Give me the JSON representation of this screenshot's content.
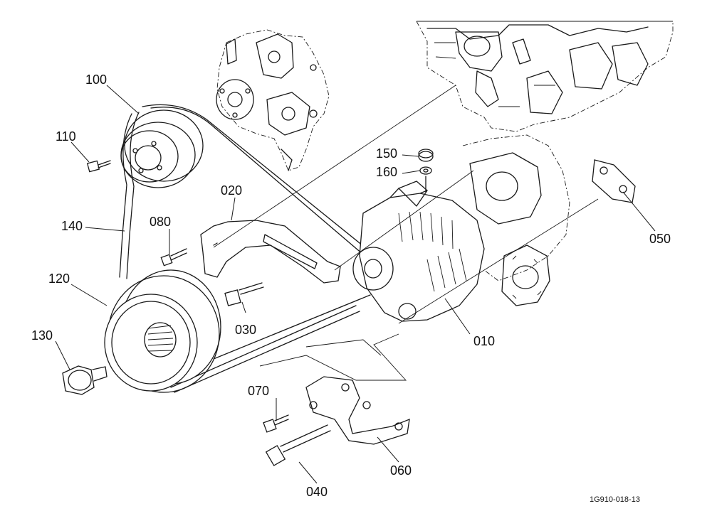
{
  "callouts": {
    "c010": "010",
    "c020": "020",
    "c030": "030",
    "c040": "040",
    "c050": "050",
    "c060": "060",
    "c070": "070",
    "c080": "080",
    "c100": "100",
    "c110": "110",
    "c120": "120",
    "c130": "130",
    "c140": "140",
    "c150": "150",
    "c160": "160"
  },
  "drawing_code": "1G910-018-13"
}
